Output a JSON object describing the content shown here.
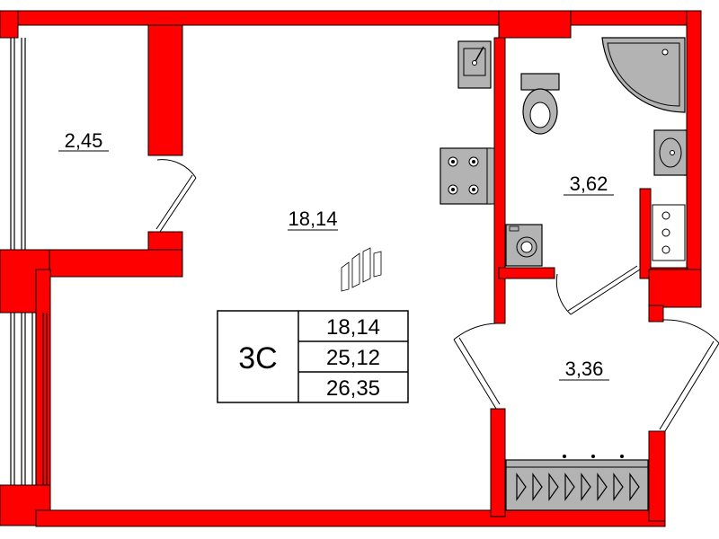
{
  "plan": {
    "wall_color": "#ff0000",
    "fixture_color": "#b3b3b3",
    "rooms": {
      "main_room_area": "18,14",
      "loggia_area": "2,45",
      "bathroom_area": "3,62",
      "hallway_area": "3,36"
    },
    "summary": {
      "apartment_type": "3С",
      "living_area": "18,14",
      "total_area": "25,12",
      "total_area_with_loggia": "26,35"
    }
  }
}
